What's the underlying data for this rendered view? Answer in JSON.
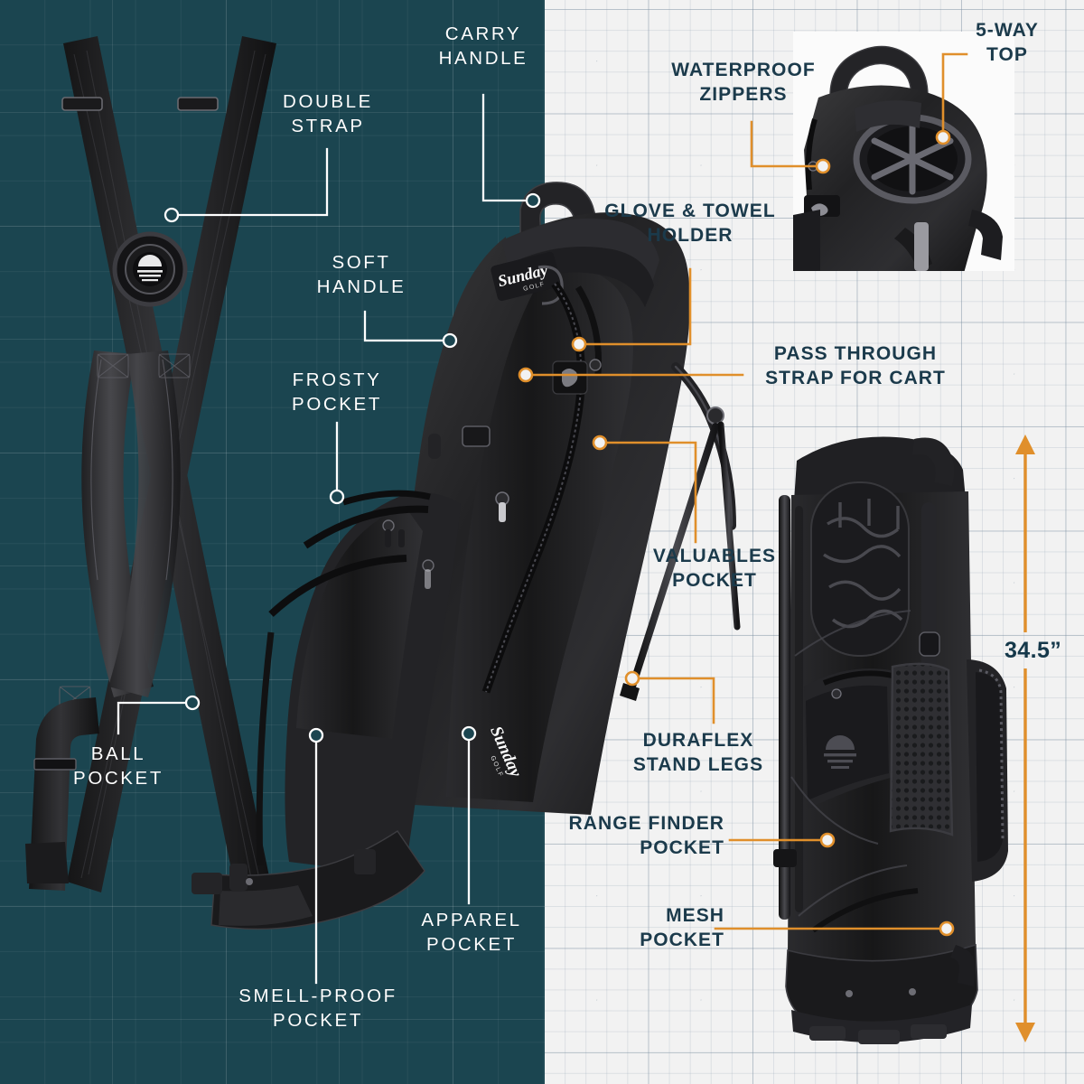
{
  "theme": {
    "left_bg": "#1b4550",
    "right_bg": "#f2f2f2",
    "accent_orange": "#e08f2b",
    "dark_text": "#1b3a4b",
    "light_text": "#ffffff"
  },
  "brand": {
    "wordmark": "Sunday",
    "sub": "GOLF"
  },
  "left_panel": {
    "callouts": [
      {
        "id": "double-strap",
        "text": "DOUBLE\nSTRAP"
      },
      {
        "id": "carry-handle",
        "text": "CARRY\nHANDLE"
      },
      {
        "id": "soft-handle",
        "text": "SOFT\nHANDLE"
      },
      {
        "id": "frosty-pocket",
        "text": "FROSTY\nPOCKET"
      },
      {
        "id": "ball-pocket",
        "text": "BALL\nPOCKET"
      },
      {
        "id": "smell-proof",
        "text": "SMELL-PROOF\nPOCKET"
      },
      {
        "id": "apparel-pocket",
        "text": "APPAREL\nPOCKET"
      }
    ]
  },
  "right_panel": {
    "callouts": [
      {
        "id": "waterproof-zippers",
        "text": "WATERPROOF\nZIPPERS"
      },
      {
        "id": "five-way-top",
        "text": "5-WAY\nTOP"
      },
      {
        "id": "glove-towel",
        "text": "GLOVE & TOWEL\nHOLDER"
      },
      {
        "id": "pass-through",
        "text": "PASS THROUGH\nSTRAP FOR CART"
      },
      {
        "id": "valuables-pocket",
        "text": "VALUABLES\nPOCKET"
      },
      {
        "id": "duraflex-legs",
        "text": "DURAFLEX\nSTAND LEGS"
      },
      {
        "id": "range-finder",
        "text": "RANGE FINDER\nPOCKET"
      },
      {
        "id": "mesh-pocket",
        "text": "MESH\nPOCKET"
      }
    ],
    "dimension": {
      "value": "34.5”",
      "axis": "vertical"
    }
  }
}
